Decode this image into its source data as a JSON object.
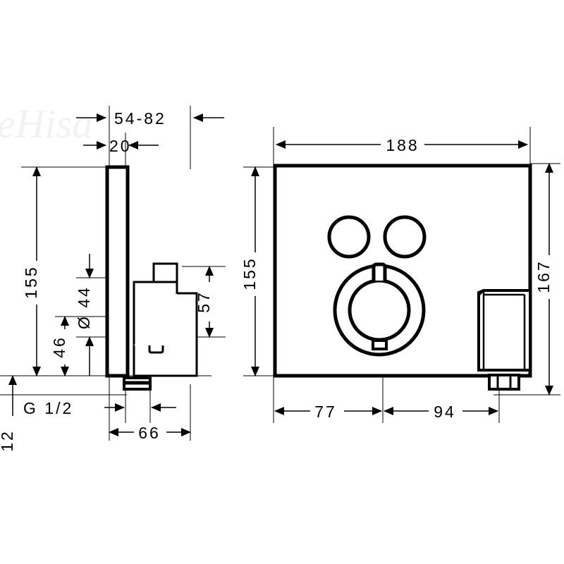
{
  "document": {
    "type": "technical-dimension-drawing",
    "title": "Shower mixer concealed valve dimension drawing",
    "background_color": "#ffffff",
    "line_color": "#000000",
    "watermark_text": "eHisa",
    "watermark_color": "#f2f2f2"
  },
  "views": {
    "left": {
      "name": "side-view",
      "dimensions": {
        "depth_range": "54-82",
        "plate_thickness": "20",
        "height_total": "155",
        "height_to_outlet": "46",
        "diameter_note": "Ø 44",
        "block_height": "57",
        "width": "66",
        "thread": "G 1/2",
        "outlet_offset": "12"
      }
    },
    "right": {
      "name": "front-view",
      "dimensions": {
        "width_total": "188",
        "height_inner": "155",
        "height_total": "167",
        "left_offset": "77",
        "right_offset": "94"
      }
    }
  },
  "labels": {
    "d54_82": "54-82",
    "d20": "20",
    "d155_left": "155",
    "d46": "46",
    "d44": "Ø 44",
    "d57": "57",
    "d66": "66",
    "g12": "G 1/2",
    "d12": "12",
    "d188": "188",
    "d155_right": "155",
    "d167": "167",
    "d77": "77",
    "d94": "94"
  }
}
